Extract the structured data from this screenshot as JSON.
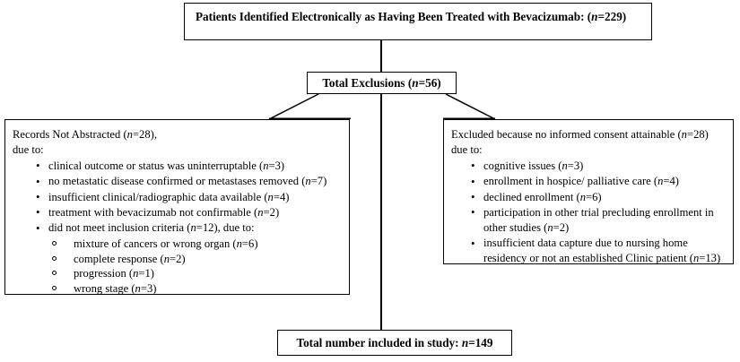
{
  "diagram": {
    "title": "Patient flow diagram for bevacizumab treatment study",
    "type": "flowchart",
    "line_color": "#000000",
    "background_color": "#ffffff",
    "nodes": {
      "top": {
        "label_prefix": "Patients Identified Electronically as Having Been Treated with Bevacizumab",
        "separator": ": (",
        "n_symbol": "n",
        "n_value": "=229)"
      },
      "exclusions": {
        "label_prefix": "Total Exclusions",
        "separator": " (",
        "n_symbol": "n",
        "n_value": "=56)"
      },
      "left": {
        "heading_prefix": "Records Not Abstracted (",
        "heading_n_symbol": "n",
        "heading_n_value": "=28),",
        "subheading": "due to:",
        "bullets": [
          {
            "text_prefix": "clinical outcome or status was uninterruptable (",
            "n_symbol": "n",
            "n_value": "=3)"
          },
          {
            "text_prefix": "no metastatic disease confirmed or metastases removed (",
            "n_symbol": "n",
            "n_value": "=7)"
          },
          {
            "text_prefix": "insufficient clinical/radiographic data available (",
            "n_symbol": "n",
            "n_value": "=4)"
          },
          {
            "text_prefix": "treatment with bevacizumab not confirmable (",
            "n_symbol": "n",
            "n_value": "=2)"
          },
          {
            "text_prefix": "did not meet inclusion criteria (",
            "n_symbol": "n",
            "n_value": "=12), due to:"
          }
        ],
        "sub_bullets": [
          {
            "text_prefix": "mixture of cancers or wrong organ (",
            "n_symbol": "n",
            "n_value": "=6)"
          },
          {
            "text_prefix": "complete response (",
            "n_symbol": "n",
            "n_value": "=2)"
          },
          {
            "text_prefix": "progression (",
            "n_symbol": "n",
            "n_value": "=1)"
          },
          {
            "text_prefix": "wrong stage (",
            "n_symbol": "n",
            "n_value": "=3)"
          }
        ]
      },
      "right": {
        "heading_prefix": "Excluded because no informed consent attainable (",
        "heading_n_symbol": "n",
        "heading_n_value": "=28)",
        "subheading": "due to:",
        "bullets": [
          {
            "text_prefix": "cognitive issues (",
            "n_symbol": "n",
            "n_value": "=3)"
          },
          {
            "text_prefix": "enrollment in hospice/ palliative care (",
            "n_symbol": "n",
            "n_value": "=4)"
          },
          {
            "text_prefix": "declined enrollment (",
            "n_symbol": "n",
            "n_value": "=6)"
          },
          {
            "text_prefix": "participation in other trial precluding enrollment in other studies (",
            "n_symbol": "n",
            "n_value": "=2)"
          },
          {
            "text_prefix": "insufficient data capture due to nursing home residency or not an established Clinic patient (",
            "n_symbol": "n",
            "n_value": "=13)"
          }
        ]
      },
      "bottom": {
        "label_prefix": "Total number included in study",
        "separator": ": ",
        "n_symbol": "n",
        "n_value": "=149"
      }
    },
    "counts": {
      "identified": 229,
      "total_exclusions": 56,
      "records_not_abstracted": 28,
      "no_informed_consent": 28,
      "included_in_study": 149
    }
  }
}
